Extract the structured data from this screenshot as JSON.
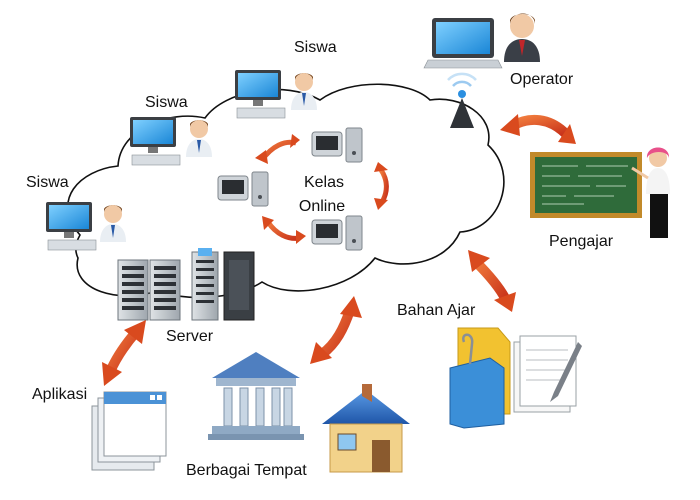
{
  "labels": {
    "siswa_top": "Siswa",
    "siswa_mid": "Siswa",
    "siswa_left": "Siswa",
    "operator": "Operator",
    "kelas_line1": "Kelas",
    "kelas_line2": "Online",
    "pengajar": "Pengajar",
    "server": "Server",
    "bahan_ajar": "Bahan Ajar",
    "aplikasi": "Aplikasi",
    "berbagai_tempat": "Berbagai Tempat"
  },
  "colors": {
    "arrow": "#d94a1e",
    "cloud_stroke": "#111111",
    "monitor_screen": "#2aa3e8",
    "board": "#2f6b3a",
    "board_frame": "#c28a2a",
    "house_roof": "#2e6fc0",
    "house_wall": "#f2d28a",
    "folder": "#f2c230",
    "folder_blue": "#3b8fd8",
    "building": "#8fa9c4"
  },
  "icons": [
    "computer-icon",
    "person-icon",
    "antenna-icon",
    "server-icon",
    "blackboard-icon",
    "teacher-icon",
    "folder-icon",
    "document-icon",
    "app-window-icon",
    "building-icon",
    "house-icon"
  ]
}
